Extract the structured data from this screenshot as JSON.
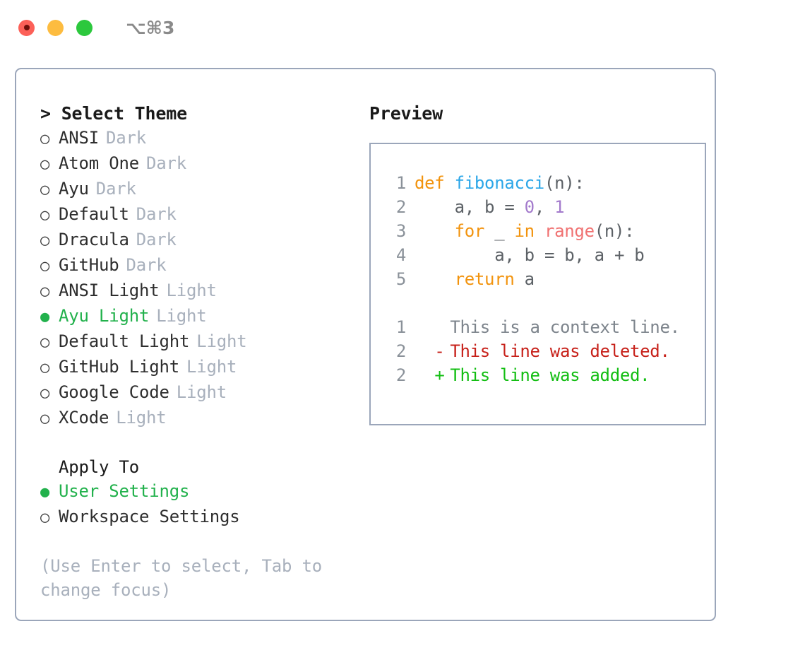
{
  "titlebar": {
    "shortcut": "⌥⌘3",
    "lights": [
      {
        "name": "close-button",
        "color": "#FC6058"
      },
      {
        "name": "minimize-button",
        "color": "#FDBC40"
      },
      {
        "name": "maximize-button",
        "color": "#2CC83D"
      }
    ]
  },
  "theme_picker": {
    "header": "> Select Theme",
    "options": [
      {
        "bullet": "○",
        "label": "ANSI",
        "variant": "Dark",
        "selected": false
      },
      {
        "bullet": "○",
        "label": "Atom One",
        "variant": "Dark",
        "selected": false
      },
      {
        "bullet": "○",
        "label": "Ayu",
        "variant": "Dark",
        "selected": false
      },
      {
        "bullet": "○",
        "label": "Default",
        "variant": "Dark",
        "selected": false
      },
      {
        "bullet": "○",
        "label": "Dracula",
        "variant": "Dark",
        "selected": false
      },
      {
        "bullet": "○",
        "label": "GitHub",
        "variant": "Dark",
        "selected": false
      },
      {
        "bullet": "○",
        "label": "ANSI Light",
        "variant": "Light",
        "selected": false
      },
      {
        "bullet": "●",
        "label": "Ayu Light",
        "variant": "Light",
        "selected": true
      },
      {
        "bullet": "○",
        "label": "Default Light",
        "variant": "Light",
        "selected": false
      },
      {
        "bullet": "○",
        "label": "GitHub Light",
        "variant": "Light",
        "selected": false
      },
      {
        "bullet": "○",
        "label": "Google Code",
        "variant": "Light",
        "selected": false
      },
      {
        "bullet": "○",
        "label": "XCode",
        "variant": "Light",
        "selected": false
      }
    ]
  },
  "apply_to": {
    "header": "Apply To",
    "options": [
      {
        "bullet": "●",
        "label": "User Settings",
        "selected": true
      },
      {
        "bullet": "○",
        "label": "Workspace Settings",
        "selected": false
      }
    ]
  },
  "hint": "(Use Enter to select, Tab to change focus)",
  "preview": {
    "title": "Preview",
    "code": [
      {
        "num": "1",
        "tokens": [
          {
            "t": "def",
            "c": "kw"
          },
          {
            "t": " ",
            "c": "txt"
          },
          {
            "t": "fibonacci",
            "c": "fn"
          },
          {
            "t": "(n):",
            "c": "txt"
          }
        ]
      },
      {
        "num": "2",
        "tokens": [
          {
            "t": "    a, b = ",
            "c": "txt"
          },
          {
            "t": "0",
            "c": "num"
          },
          {
            "t": ", ",
            "c": "txt"
          },
          {
            "t": "1",
            "c": "num"
          }
        ]
      },
      {
        "num": "3",
        "tokens": [
          {
            "t": "    ",
            "c": "txt"
          },
          {
            "t": "for",
            "c": "kw"
          },
          {
            "t": " _ ",
            "c": "txt"
          },
          {
            "t": "in",
            "c": "kw"
          },
          {
            "t": " ",
            "c": "txt"
          },
          {
            "t": "range",
            "c": "call"
          },
          {
            "t": "(n):",
            "c": "txt"
          }
        ]
      },
      {
        "num": "4",
        "tokens": [
          {
            "t": "        a, b = b, a + b",
            "c": "txt"
          }
        ]
      },
      {
        "num": "5",
        "tokens": [
          {
            "t": "    ",
            "c": "txt"
          },
          {
            "t": "return",
            "c": "kw"
          },
          {
            "t": " a",
            "c": "txt"
          }
        ]
      }
    ],
    "diff": [
      {
        "num": "1",
        "mark": " ",
        "text": "This is a context line.",
        "kind": "ctx"
      },
      {
        "num": "2",
        "mark": "-",
        "text": "This line was deleted.",
        "kind": "del"
      },
      {
        "num": "2",
        "mark": "+",
        "text": "This line was added.",
        "kind": "add"
      }
    ]
  },
  "colors": {
    "accent_green": "#22B14C",
    "muted": "#A8B0BC",
    "border": "#9BA6BA",
    "kw_orange": "#F2930D",
    "fn_blue": "#2BA6E8",
    "num_purple": "#A37ACC",
    "call_red": "#F07171",
    "diff_add": "#12BE12",
    "diff_del": "#C7211A",
    "lineno": "#8A9199"
  }
}
